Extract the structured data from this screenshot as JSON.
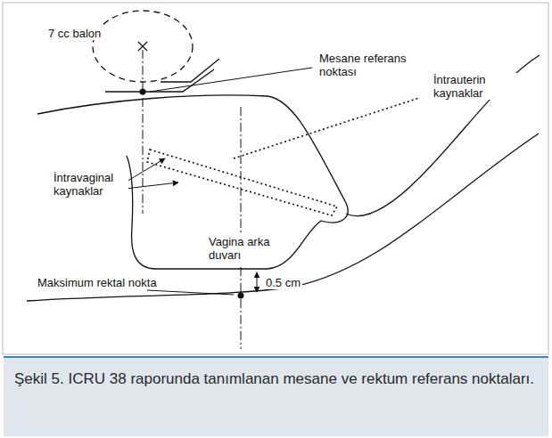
{
  "diagram": {
    "caption": "Şekil 5. ICRU 38 raporunda tanımlanan mesane ve rektum referans noktaları.",
    "labels": [
      "7 cc balon",
      "Mesane referans noktası",
      "İntravaginal kaynaklar",
      "İntrauterin kaynaklar",
      "Vagina arka duvarı",
      "Maksimum rektal nokta",
      "0.5 cm"
    ]
  }
}
